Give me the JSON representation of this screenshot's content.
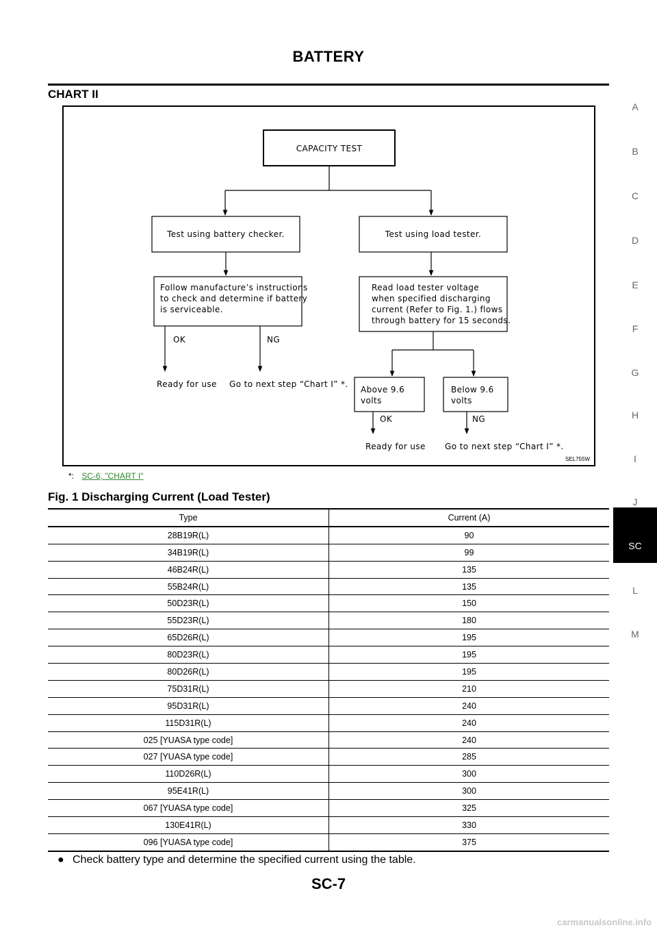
{
  "header": {
    "title": "BATTERY",
    "page_number": "SC-7"
  },
  "section_title": "CHART II",
  "flowchart": {
    "capacity_test": "CAPACITY TEST",
    "left_branch": {
      "method": "Test using battery checker.",
      "instruction_lines": [
        "Follow manufacture’s instructions",
        "to check and determine if battery",
        "is serviceable."
      ],
      "ok_label": "OK",
      "ng_label": "NG",
      "ok_result": "Ready for use",
      "ng_result": "Go to next step “Chart I” *."
    },
    "right_branch": {
      "method": "Test using load tester.",
      "instruction_lines": [
        "Read load tester voltage",
        "when specified discharging",
        "current (Refer to Fig. 1.) flows",
        "through battery for 15 seconds."
      ],
      "above_lines": [
        "Above 9.6",
        "volts"
      ],
      "below_lines": [
        "Below 9.6",
        "volts"
      ],
      "ok_label": "OK",
      "ng_label": "NG",
      "ok_result": "Ready for use",
      "ng_result": "Go to next step “Chart I” *."
    },
    "figure_code": "SEL755W"
  },
  "footnote": {
    "mark": "*:",
    "link_text": "SC-6, \"CHART I\""
  },
  "table": {
    "title": "Fig. 1 Discharging Current (Load Tester)",
    "headers": [
      "Type",
      "Current (A)"
    ],
    "rows": [
      [
        "28B19R(L)",
        "90"
      ],
      [
        "34B19R(L)",
        "99"
      ],
      [
        "46B24R(L)",
        "135"
      ],
      [
        "55B24R(L)",
        "135"
      ],
      [
        "50D23R(L)",
        "150"
      ],
      [
        "55D23R(L)",
        "180"
      ],
      [
        "65D26R(L)",
        "195"
      ],
      [
        "80D23R(L)",
        "195"
      ],
      [
        "80D26R(L)",
        "195"
      ],
      [
        "75D31R(L)",
        "210"
      ],
      [
        "95D31R(L)",
        "240"
      ],
      [
        "115D31R(L)",
        "240"
      ],
      [
        "025 [YUASA type code]",
        "240"
      ],
      [
        "027 [YUASA type code]",
        "285"
      ],
      [
        "110D26R(L)",
        "300"
      ],
      [
        "95E41R(L)",
        "300"
      ],
      [
        "067 [YUASA type code]",
        "325"
      ],
      [
        "130E41R(L)",
        "330"
      ],
      [
        "096 [YUASA type code]",
        "375"
      ]
    ]
  },
  "bullet_note": "Check battery type and determine the specified current using the table.",
  "side_index": {
    "letters": [
      "A",
      "B",
      "C",
      "D",
      "E",
      "F",
      "G",
      "H",
      "I",
      "J",
      "SC",
      "L",
      "M"
    ],
    "active": "SC"
  },
  "watermark": "carmanualsonline.info"
}
